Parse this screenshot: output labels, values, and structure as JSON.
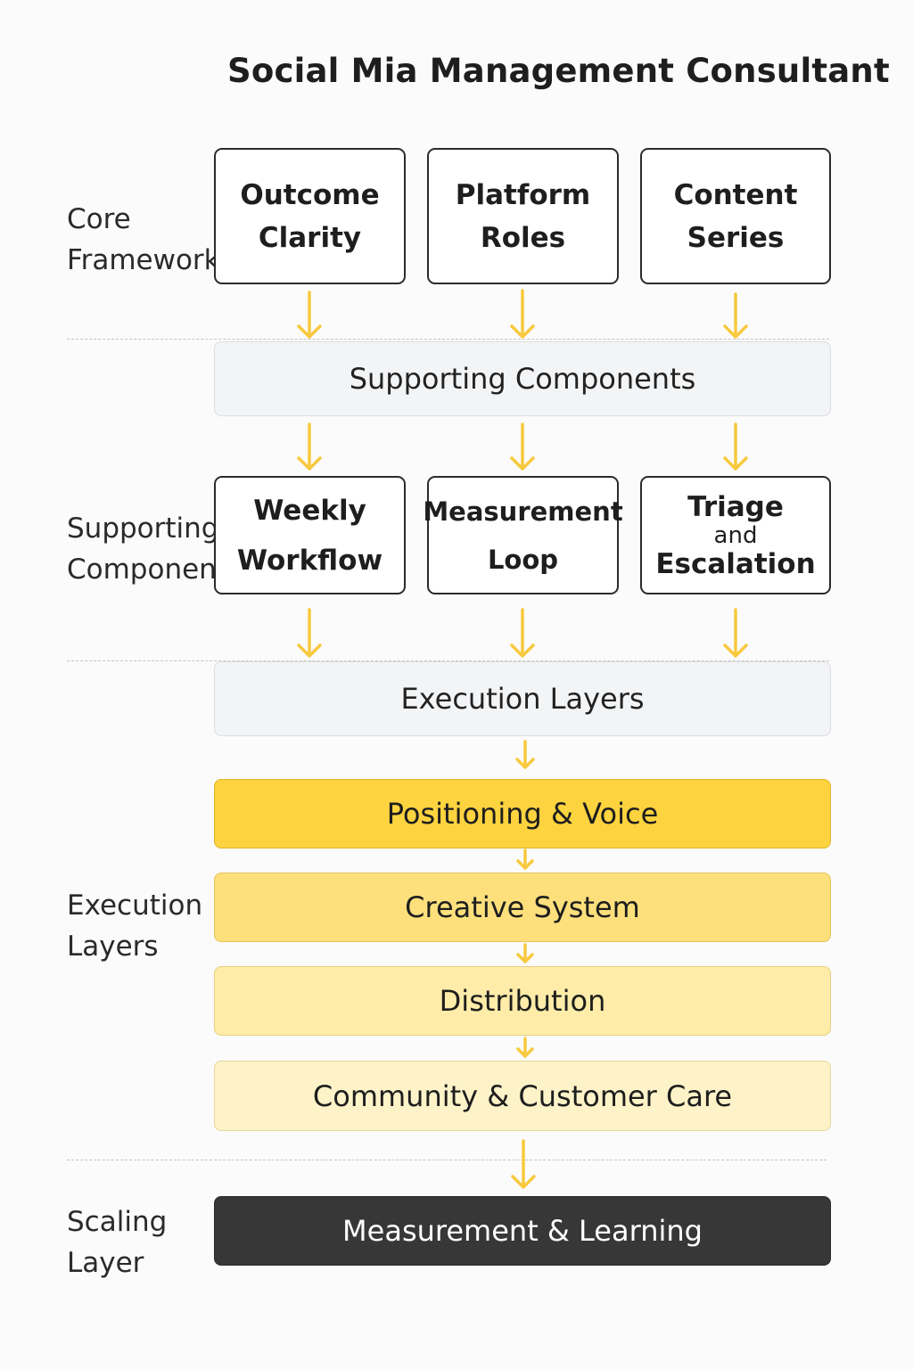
{
  "title": "Social Mia Management Consultant",
  "row_labels": {
    "core": [
      "Core",
      "Framework"
    ],
    "supporting": [
      "Supporting",
      "Components."
    ],
    "execution": [
      "Execution",
      "Layers"
    ],
    "scaling": [
      "Scaling",
      "Layer"
    ]
  },
  "core_boxes": [
    {
      "lines": [
        "Outcome",
        "Clarity"
      ]
    },
    {
      "lines": [
        "Platform",
        "Roles"
      ]
    },
    {
      "lines": [
        "Content",
        "Series"
      ]
    }
  ],
  "supporting_header": "Supporting Components",
  "supporting_boxes": [
    {
      "lines": [
        "Weekly",
        "Workflow"
      ]
    },
    {
      "lines": [
        "Measurement",
        "Loop"
      ]
    },
    {
      "lines": [
        "Triage",
        "and",
        "Escalation"
      ]
    }
  ],
  "execution_header": "Execution Layers",
  "execution_layers": [
    "Positioning & Voice",
    "Creative System",
    "Distribution",
    "Community & Customer Care"
  ],
  "scaling_layer": "Measurement & Learning",
  "colors": {
    "arrow": "#f8c93e",
    "layer_1": "#fdd33f",
    "layer_2": "#fde07c",
    "layer_3": "#feeca8",
    "layer_4": "#fef3c8",
    "scaling": "#373737"
  }
}
